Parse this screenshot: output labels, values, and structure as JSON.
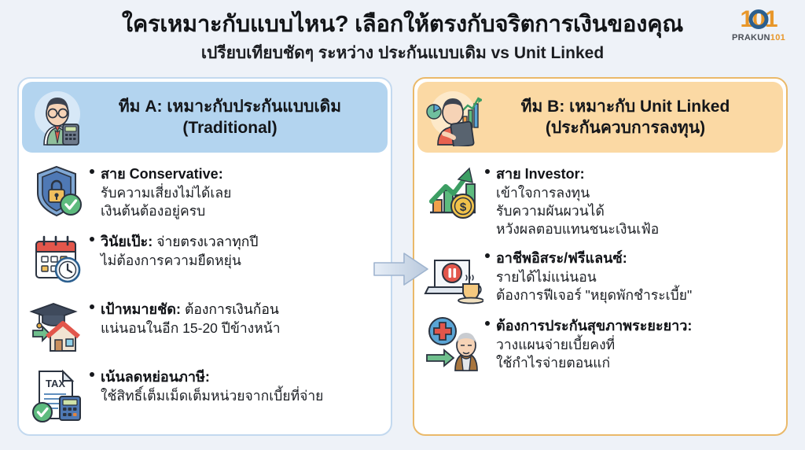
{
  "header": {
    "title": "ใครเหมาะกับแบบไหน? เลือกให้ตรงกับจริตการเงินของคุณ",
    "subtitle": "เปรียบเทียบชัดๆ ระหว่าง ประกันแบบเดิม vs Unit Linked",
    "logo": {
      "mark": "101",
      "word_main": "PRAKUN",
      "word_accent": "101",
      "color_orange": "#E8972A",
      "color_blue": "#2b5f8f"
    }
  },
  "panels": [
    {
      "side": "left",
      "avatar_icon": "man-with-calculator-icon",
      "head_line1": "ทีม A: เหมาะกับประกันแบบเดิม",
      "head_line2": "(Traditional)",
      "head_bg": "#b3d4ef",
      "border": "#c3d9ef",
      "items": [
        {
          "icon": "shield-lock-check-icon",
          "title": "สาย Conservative:",
          "lead": "",
          "lines": [
            "รับความเสี่ยงไม่ได้เลย",
            "เงินต้นต้องอยู่ครบ"
          ]
        },
        {
          "icon": "calendar-clock-icon",
          "title": "วินัยเป๊ะ:",
          "lead": "จ่ายตรงเวลาทุกปี",
          "lines": [
            "ไม่ต้องการความยืดหยุ่น"
          ]
        },
        {
          "icon": "graduation-house-icon",
          "title": "เป้าหมายชัด:",
          "lead": "ต้องการเงินก้อน",
          "lines": [
            "แน่นอนในอีก 15-20 ปีข้างหน้า"
          ]
        },
        {
          "icon": "tax-document-calculator-icon",
          "title": "เน้นลดหย่อนภาษี:",
          "lead": "",
          "lines": [
            "ใช้สิทธิ์เต็มเม็ดเต็มหน่วยจากเบี้ยที่จ่าย"
          ]
        }
      ]
    },
    {
      "side": "right",
      "avatar_icon": "man-with-tablet-chart-icon",
      "head_line1": "ทีม B: เหมาะกับ Unit Linked",
      "head_line2": "(ประกันควบการลงทุน)",
      "head_bg": "#fbd9a4",
      "border": "#eab96a",
      "items": [
        {
          "icon": "growth-chart-coin-icon",
          "title": "สาย Investor:",
          "lead": "",
          "lines": [
            "เข้าใจการลงทุน",
            "รับความผันผวนได้",
            "หวังผลตอบแทนชนะเงินเฟ้อ"
          ]
        },
        {
          "icon": "laptop-pause-coffee-icon",
          "title": "อาชีพอิสระ/ฟรีแลนซ์:",
          "lead": "",
          "lines": [
            "รายได้ไม่แน่นอน",
            "ต้องการฟีเจอร์ \"หยุดพักชำระเบี้ย\""
          ]
        },
        {
          "icon": "health-cross-elderly-icon",
          "title": "ต้องการประกันสุขภาพระยะยาว:",
          "lead": "",
          "lines": [
            "วางแผนจ่ายเบี้ยคงที่",
            "ใช้กำไรจ่ายตอนแก่"
          ]
        }
      ]
    }
  ],
  "mid_arrow": {
    "icon": "right-arrow-icon",
    "color": "#9fb4cf"
  }
}
